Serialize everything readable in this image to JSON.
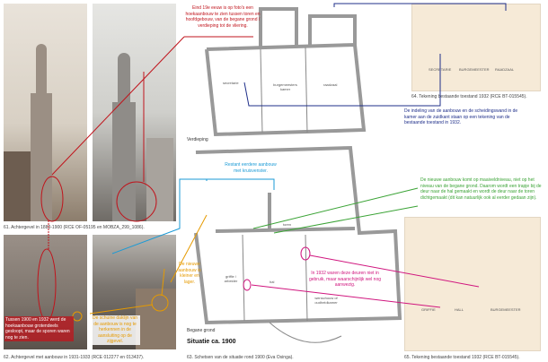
{
  "captions": {
    "fig61": "61.    Achtergevel in 1880-1900 (RCE OF-05195 en MOBZA_299_1086).",
    "fig62": "62.    Achtergevel met aanbouw in 1931-1933 (RCE 012277 en 013437).",
    "fig63": "63.    Schetsen van de situatie rond 1900 (Eva Osinga).",
    "fig64": "64.    Tekening bestaande toestand 1932 (RCE BT-015545).",
    "fig65": "65.    Tekening bestaande toestand 1932 (RCE BT-015545)."
  },
  "notes": {
    "red_top": "Eind 19e eeuw is op foto's een hoekaanbouw te zien tussen toren en hoofdgebouw, van de begane grond / verdieping tot de vliering.",
    "red_bottom": "Tussen 1900 en 1932 werd de hoekaanbouw grotendeels gesloopt, maar de sporen waren nog te zien.",
    "blue": "De indeling van de aanbouw en de scheidingswand in de kamer aan de zuidkant staan op een tekening van de bestaande toestand in 1932.",
    "cyan": "Restant eerdere aanbouw met kruisvenster.",
    "green": "De nieuwe aanbouw komt op maaiveldniveau, niet op het niveau van de begane grond. Daarom wordt een trapje bij de deur naar de hal gemaakt en wordt de deur naar de toren dichtgemaakt (dit kan natuurlijk ook al eerder gedaan zijn).",
    "orange_1": "De nieuwe aanbouw is kleiner en lager.",
    "orange_2": "De schuine daklijn van de aanbouw is nog te herkennen in de aansluiting op de zijgevel.",
    "magenta": "In 1932 waren deze deuren niet in gebruik, maar waarschijnlijk wel nog aanwezig."
  },
  "plan_labels": {
    "verdieping": "Verdieping",
    "begane_grond": "Begane grond",
    "situatie": "Situatie ca. 1900",
    "secretarie": "secretarie",
    "burgemeesterskamer": "burgemeesters kamer",
    "raadzaal": "raadzaal",
    "griffie": "griffie / arbeider",
    "hal": "hal",
    "toren": "toren",
    "wenschouw": "wenschouw of oudheidkamer"
  },
  "drawing_labels": {
    "d64": [
      "SECRETARIE",
      "BURGEMEESTER",
      "RAADZAAL"
    ],
    "d65": [
      "GRIFFIE",
      "HALL",
      "BURGEMEESTER"
    ]
  },
  "colors": {
    "red": "#c0141c",
    "blue": "#1f2f8a",
    "cyan": "#1a9ad6",
    "green": "#3aa335",
    "orange": "#e69a00",
    "magenta": "#d0157e"
  }
}
